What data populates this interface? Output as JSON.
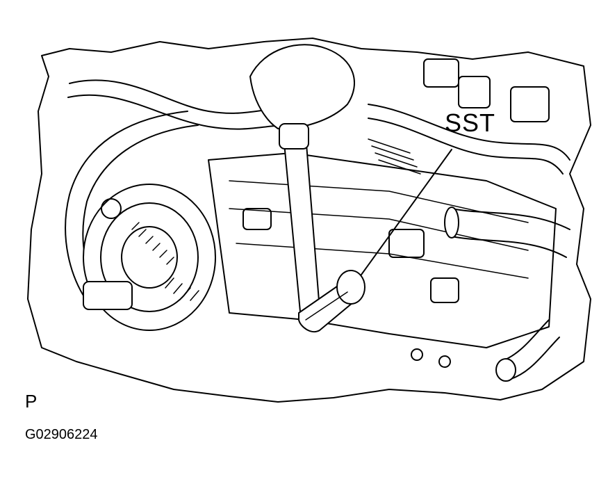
{
  "callout_label": "SST",
  "view_marker": "P",
  "figure_id": "G02906224"
}
